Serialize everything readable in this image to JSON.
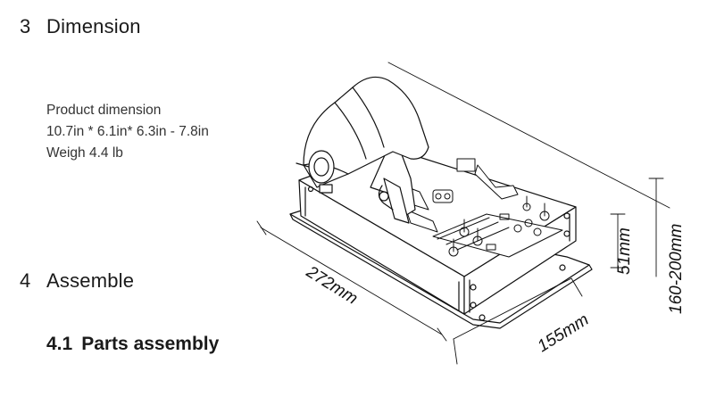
{
  "section3": {
    "number": "3",
    "title": "Dimension"
  },
  "specs": {
    "line1": "Product dimension",
    "line2": "10.7in * 6.1in* 6.3in - 7.8in",
    "line3": "Weigh 4.4 lb"
  },
  "section4": {
    "number": "4",
    "title": "Assemble"
  },
  "subsection41": {
    "number": "4.1",
    "title": "Parts assembly"
  },
  "figure": {
    "dim_length": "272mm",
    "dim_width": "155mm",
    "dim_base_height": "51mm",
    "dim_total_height": "160-200mm"
  }
}
